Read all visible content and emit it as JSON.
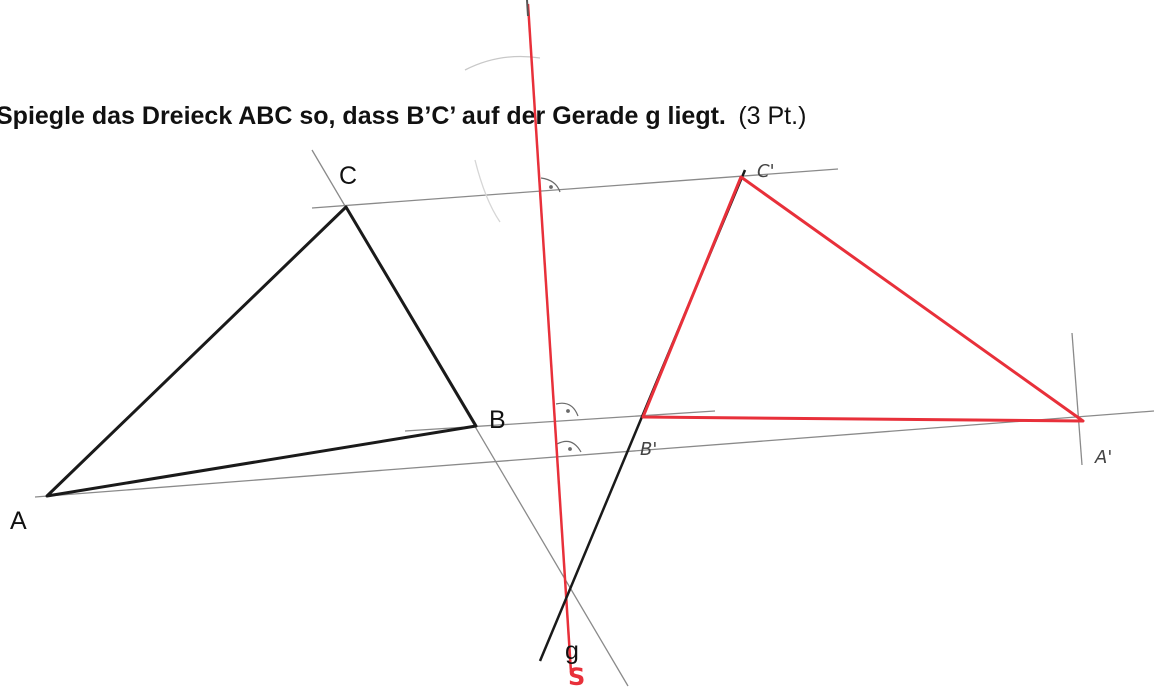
{
  "task": {
    "title_bold": "Spiegle das Dreieck ABC so, dass B’C’ auf der Gerade g liegt.",
    "title_points": "(3 Pt.)"
  },
  "points": {
    "A": "A",
    "B": "B",
    "C": "C",
    "A_prime": "A'",
    "B_prime": "B'",
    "C_prime": "C'"
  },
  "lines": {
    "g": "g",
    "s": "S"
  },
  "colors": {
    "original": "#1a1a1a",
    "mirror": "#e8303a",
    "construction": "#8a8a8a"
  }
}
